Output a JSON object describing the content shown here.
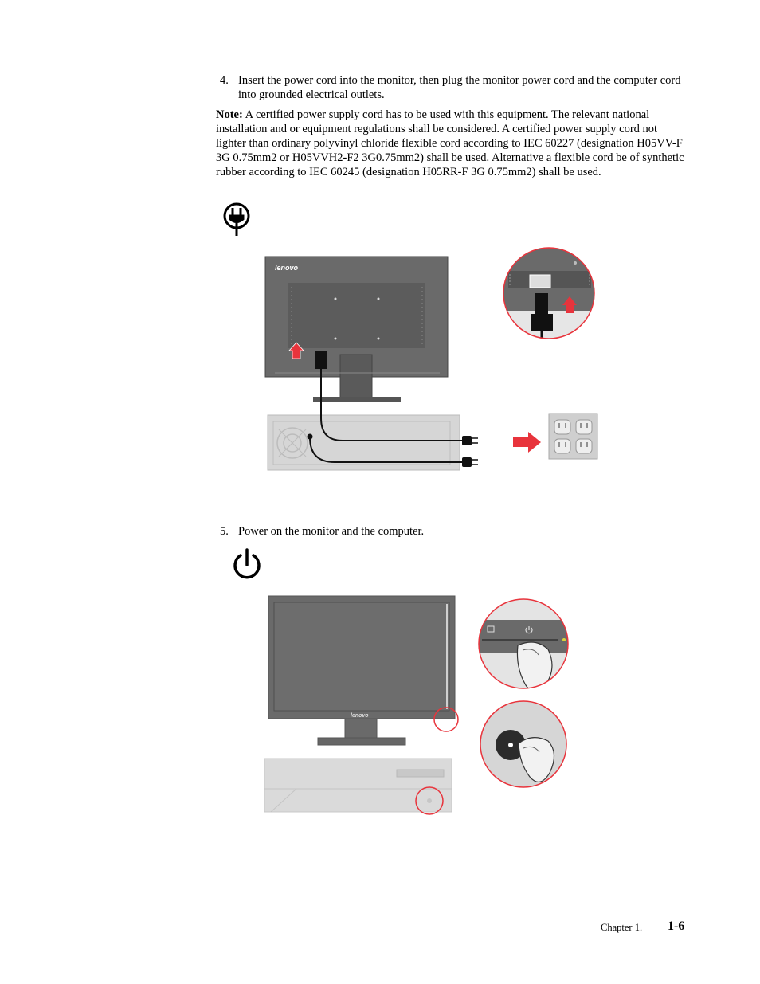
{
  "step4": {
    "number": "4.",
    "text": "Insert the power cord into the monitor, then plug the monitor power cord and the computer cord into grounded electrical outlets."
  },
  "note": {
    "label": "Note:",
    "text": " A certified power supply cord has to be used with this equipment. The relevant national installation and or equipment regulations shall be considered. A certified power supply cord not lighter than ordinary polyvinyl chloride flexible cord according to IEC 60227 (designation H05VV-F 3G 0.75mm2 or H05VVH2-F2 3G0.75mm2) shall be used. Alternative a flexible cord be of synthetic rubber according to IEC 60245 (designation H05RR-F 3G 0.75mm2) shall be used."
  },
  "step5": {
    "number": "5.",
    "text": "Power on the monitor and the computer."
  },
  "figure1": {
    "brand": "lenovo",
    "plug_icon": "power-plug-icon"
  },
  "figure2": {
    "brand": "lenovo",
    "power_icon": "power-button-icon"
  },
  "footer": {
    "chapter": "Chapter 1.",
    "page": "1-6"
  },
  "colors": {
    "accent_red": "#e8343c",
    "monitor_gray": "#666666",
    "pc_gray": "#d4d4d4"
  }
}
